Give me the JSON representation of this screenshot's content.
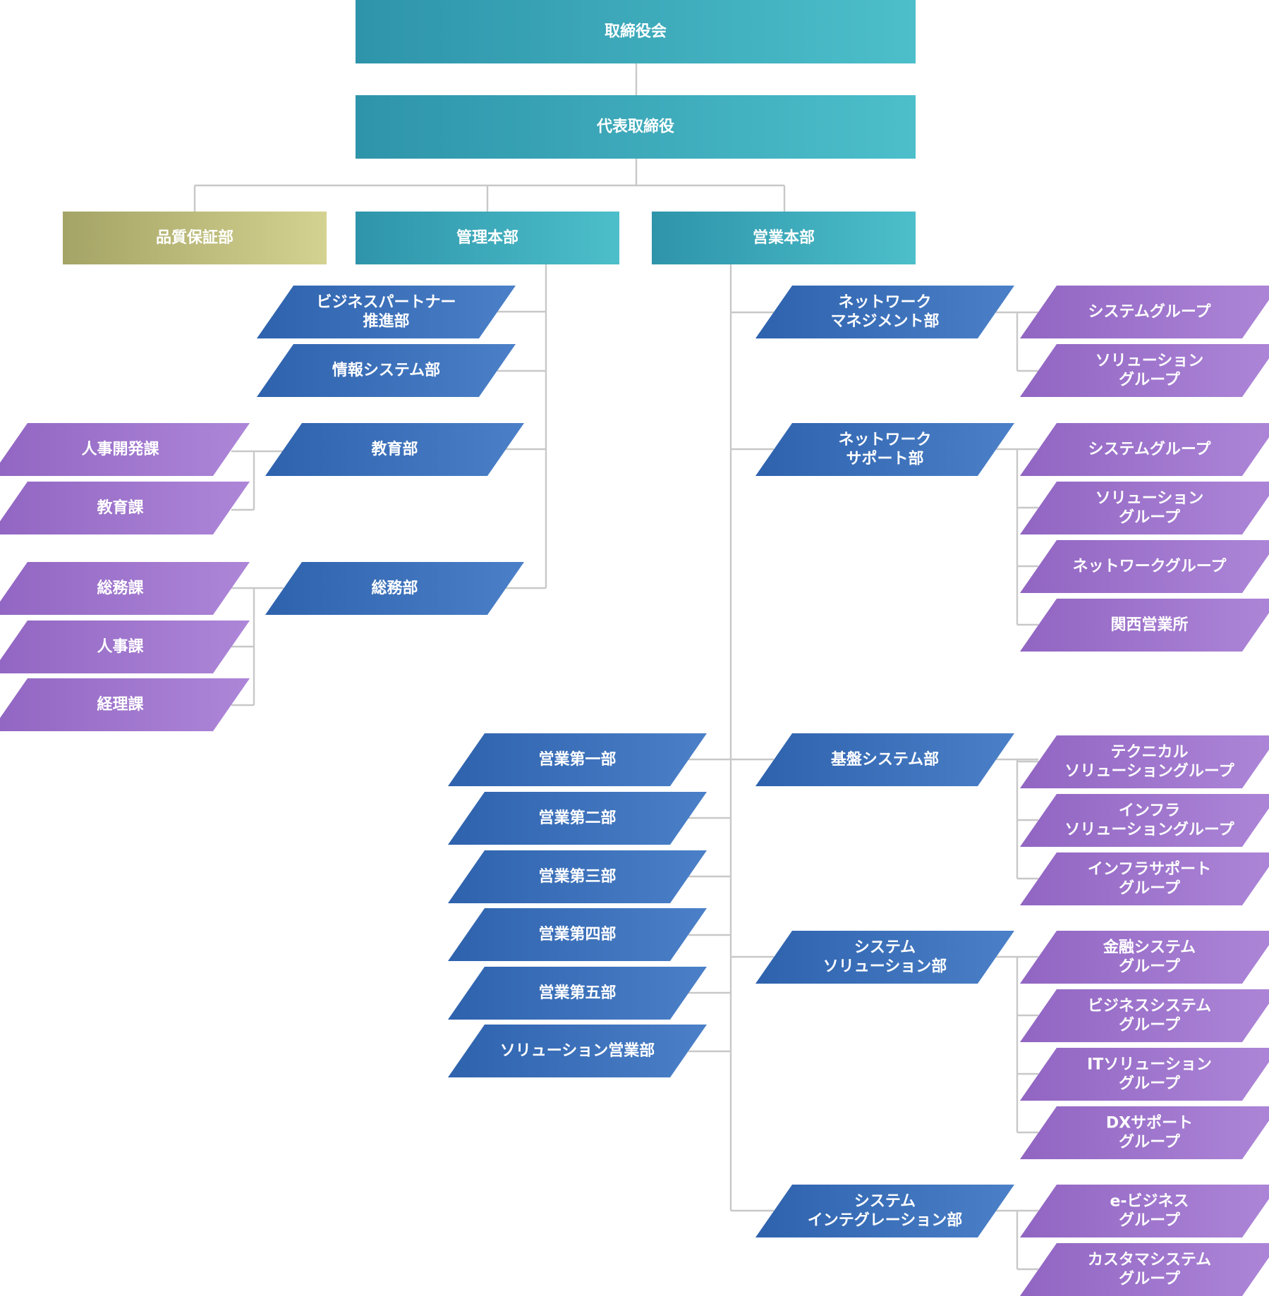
{
  "colors": {
    "teal": [
      "#2e94aa",
      "#4cbfca"
    ],
    "olive": [
      "#a4a466",
      "#d4d290"
    ],
    "blue": [
      "#2e62ad",
      "#4b80c8"
    ],
    "purple": [
      "#9165c2",
      "#ad86d8"
    ],
    "connector": "#c8c8c8"
  },
  "nodes": {
    "board": {
      "lines": [
        "取締役会"
      ]
    },
    "ceo": {
      "lines": [
        "代表取締役"
      ]
    },
    "qa": {
      "lines": [
        "品質保証部"
      ]
    },
    "admin": {
      "lines": [
        "管理本部"
      ]
    },
    "sales": {
      "lines": [
        "営業本部"
      ]
    },
    "bp": {
      "lines": [
        "ビジネスパートナー",
        "推進部"
      ]
    },
    "infosys": {
      "lines": [
        "情報システム部"
      ]
    },
    "edu": {
      "lines": [
        "教育部"
      ]
    },
    "hrdev": {
      "lines": [
        "人事開発課"
      ]
    },
    "educ": {
      "lines": [
        "教育課"
      ]
    },
    "ga": {
      "lines": [
        "総務部"
      ]
    },
    "gac": {
      "lines": [
        "総務課"
      ]
    },
    "hrc": {
      "lines": [
        "人事課"
      ]
    },
    "acct": {
      "lines": [
        "経理課"
      ]
    },
    "s1": {
      "lines": [
        "営業第一部"
      ]
    },
    "s2": {
      "lines": [
        "営業第二部"
      ]
    },
    "s3": {
      "lines": [
        "営業第三部"
      ]
    },
    "s4": {
      "lines": [
        "営業第四部"
      ]
    },
    "s5": {
      "lines": [
        "営業第五部"
      ]
    },
    "ssol": {
      "lines": [
        "ソリューション営業部"
      ]
    },
    "nm": {
      "lines": [
        "ネットワーク",
        "マネジメント部"
      ]
    },
    "nm_sys": {
      "lines": [
        "システムグループ"
      ]
    },
    "nm_sol": {
      "lines": [
        "ソリューション",
        "グループ"
      ]
    },
    "ns": {
      "lines": [
        "ネットワーク",
        "サポート部"
      ]
    },
    "ns_sys": {
      "lines": [
        "システムグループ"
      ]
    },
    "ns_sol": {
      "lines": [
        "ソリューション",
        "グループ"
      ]
    },
    "ns_net": {
      "lines": [
        "ネットワークグループ"
      ]
    },
    "ns_kansai": {
      "lines": [
        "関西営業所"
      ]
    },
    "base": {
      "lines": [
        "基盤システム部"
      ]
    },
    "base_tech": {
      "lines": [
        "テクニカル",
        "ソリューショングループ"
      ]
    },
    "base_infra": {
      "lines": [
        "インフラ",
        "ソリューショングループ"
      ]
    },
    "base_isup": {
      "lines": [
        "インフラサポート",
        "グループ"
      ]
    },
    "ssd": {
      "lines": [
        "システム",
        "ソリューション部"
      ]
    },
    "ssd_fin": {
      "lines": [
        "金融システム",
        "グループ"
      ]
    },
    "ssd_biz": {
      "lines": [
        "ビジネスシステム",
        "グループ"
      ]
    },
    "ssd_it": {
      "lines": [
        "ITソリューション",
        "グループ"
      ]
    },
    "ssd_dx": {
      "lines": [
        "DXサポート",
        "グループ"
      ]
    },
    "si": {
      "lines": [
        "システム",
        "インテグレーション部"
      ]
    },
    "si_eb": {
      "lines": [
        "e-ビジネス",
        "グループ"
      ]
    },
    "si_cust": {
      "lines": [
        "カスタマシステム",
        "グループ"
      ]
    }
  }
}
